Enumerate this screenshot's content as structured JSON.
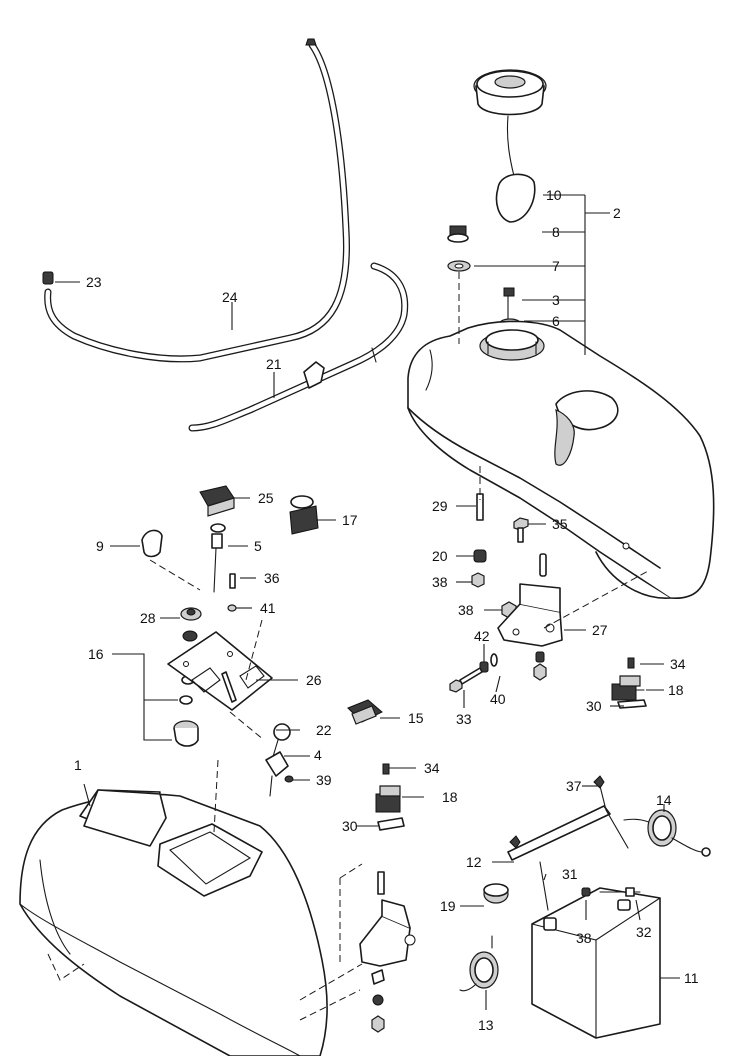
{
  "figure": {
    "type": "exploded parts diagram",
    "colors": {
      "line": "#1a1a1a",
      "background": "#ffffff",
      "shade": "#cfcfcf"
    }
  },
  "callouts": [
    {
      "id": "1",
      "label": "1"
    },
    {
      "id": "2",
      "label": "2"
    },
    {
      "id": "3",
      "label": "3"
    },
    {
      "id": "4",
      "label": "4"
    },
    {
      "id": "5",
      "label": "5"
    },
    {
      "id": "6",
      "label": "6"
    },
    {
      "id": "7",
      "label": "7"
    },
    {
      "id": "8",
      "label": "8"
    },
    {
      "id": "9",
      "label": "9"
    },
    {
      "id": "10",
      "label": "10"
    },
    {
      "id": "11",
      "label": "11"
    },
    {
      "id": "12",
      "label": "12"
    },
    {
      "id": "13",
      "label": "13"
    },
    {
      "id": "14",
      "label": "14"
    },
    {
      "id": "15",
      "label": "15"
    },
    {
      "id": "16",
      "label": "16"
    },
    {
      "id": "17",
      "label": "17"
    },
    {
      "id": "18a",
      "label": "18"
    },
    {
      "id": "18b",
      "label": "18"
    },
    {
      "id": "19",
      "label": "19"
    },
    {
      "id": "20",
      "label": "20"
    },
    {
      "id": "21",
      "label": "21"
    },
    {
      "id": "22",
      "label": "22"
    },
    {
      "id": "23",
      "label": "23"
    },
    {
      "id": "24",
      "label": "24"
    },
    {
      "id": "25",
      "label": "25"
    },
    {
      "id": "26",
      "label": "26"
    },
    {
      "id": "27",
      "label": "27"
    },
    {
      "id": "28",
      "label": "28"
    },
    {
      "id": "29",
      "label": "29"
    },
    {
      "id": "30a",
      "label": "30"
    },
    {
      "id": "30b",
      "label": "30"
    },
    {
      "id": "31",
      "label": "31"
    },
    {
      "id": "32",
      "label": "32"
    },
    {
      "id": "33",
      "label": "33"
    },
    {
      "id": "34a",
      "label": "34"
    },
    {
      "id": "34b",
      "label": "34"
    },
    {
      "id": "35",
      "label": "35"
    },
    {
      "id": "36",
      "label": "36"
    },
    {
      "id": "37",
      "label": "37"
    },
    {
      "id": "38a",
      "label": "38"
    },
    {
      "id": "38b",
      "label": "38"
    },
    {
      "id": "38c",
      "label": "38"
    },
    {
      "id": "39",
      "label": "39"
    },
    {
      "id": "40",
      "label": "40"
    },
    {
      "id": "41",
      "label": "41"
    },
    {
      "id": "42",
      "label": "42"
    }
  ]
}
